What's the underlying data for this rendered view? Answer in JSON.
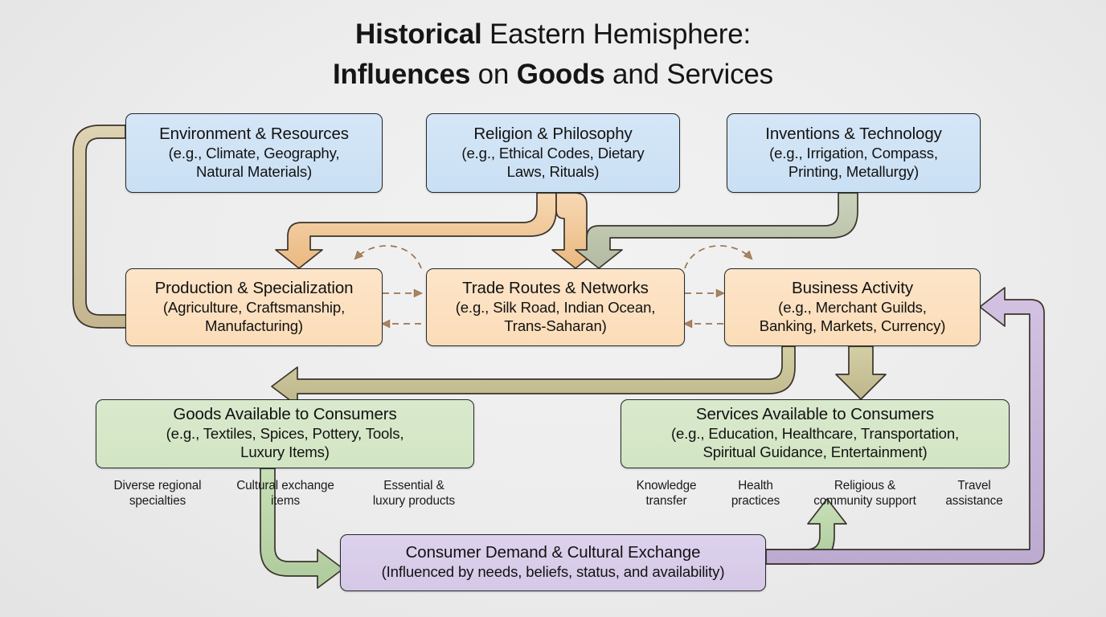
{
  "title": {
    "line1": [
      {
        "text": "Historical",
        "weight": "bold"
      },
      {
        "text": " Eastern Hemisphere:",
        "weight": "regular"
      }
    ],
    "line2": [
      {
        "text": "Influences",
        "weight": "bold"
      },
      {
        "text": " on ",
        "weight": "regular"
      },
      {
        "text": "Goods",
        "weight": "bold"
      },
      {
        "text": " and Services",
        "weight": "regular"
      }
    ],
    "plain": "Historical Eastern Hemisphere: Influences on Goods and Services"
  },
  "colors": {
    "background": "#ededed",
    "influence_fill": "#d0e4f6",
    "activity_fill": "#fce0bf",
    "outcome_fill": "#d6e7c8",
    "demand_fill": "#d8cce9",
    "border": "#24282b",
    "arrow_tan": "#cbbd98",
    "arrow_orange": "#f0c79a",
    "arrow_sage": "#bfc6ae",
    "arrow_khaki": "#c9c397",
    "arrow_green": "#b9d4a8",
    "arrow_purple": "#c6b3d8",
    "dashed_arrow": "#9a7450"
  },
  "nodes": {
    "environment": {
      "headline": "Environment & Resources",
      "detail": "(e.g., Climate, Geography,\nNatural Materials)",
      "detail_line1": "(e.g., Climate, Geography,",
      "detail_line2": "Natural Materials)",
      "group": "influence"
    },
    "religion": {
      "headline": "Religion & Philosophy",
      "detail_line1": "(e.g., Ethical Codes, Dietary",
      "detail_line2": "Laws, Rituals)",
      "group": "influence"
    },
    "inventions": {
      "headline": "Inventions & Technology",
      "detail_line1": "(e.g., Irrigation, Compass,",
      "detail_line2": "Printing, Metallurgy)",
      "group": "influence"
    },
    "production": {
      "headline": "Production & Specialization",
      "detail_line1": "(Agriculture, Craftsmanship,",
      "detail_line2": "Manufacturing)",
      "group": "activity"
    },
    "trade": {
      "headline": "Trade Routes & Networks",
      "detail_line1": "(e.g., Silk Road, Indian Ocean,",
      "detail_line2": "Trans-Saharan)",
      "group": "activity"
    },
    "business": {
      "headline": "Business Activity",
      "detail_line1": "(e.g., Merchant Guilds,",
      "detail_line2": "Banking, Markets, Currency)",
      "group": "activity"
    },
    "goods": {
      "headline": "Goods Available to Consumers",
      "detail_line1": "(e.g., Textiles, Spices, Pottery, Tools,",
      "detail_line2": "Luxury Items)",
      "group": "outcome"
    },
    "services": {
      "headline": "Services Available to Consumers",
      "detail_line1": "(e.g., Education, Healthcare, Transportation,",
      "detail_line2": "Spiritual Guidance, Entertainment)",
      "group": "outcome"
    },
    "demand": {
      "headline": "Consumer Demand & Cultural Exchange",
      "detail_line1": "(Influenced by needs, beliefs, status, and availability)",
      "group": "demand"
    }
  },
  "captions": {
    "goods": [
      {
        "line1": "Diverse regional",
        "line2": "specialties"
      },
      {
        "line1": "Cultural exchange",
        "line2": "items"
      },
      {
        "line1": "Essential &",
        "line2": "luxury products"
      }
    ],
    "services": [
      {
        "line1": "Knowledge",
        "line2": "transfer"
      },
      {
        "line1": "Health",
        "line2": "practices"
      },
      {
        "line1": "Religious &",
        "line2": "community support"
      },
      {
        "line1": "Travel",
        "line2": "assistance"
      }
    ]
  },
  "connections": [
    {
      "from": "environment",
      "to": "production",
      "style": "block",
      "color": "arrow_tan"
    },
    {
      "from": "religion",
      "to": "production",
      "style": "block",
      "color": "arrow_orange"
    },
    {
      "from": "religion",
      "to": "trade",
      "style": "block",
      "color": "arrow_orange"
    },
    {
      "from": "inventions",
      "to": "trade",
      "style": "block",
      "color": "arrow_sage"
    },
    {
      "from": "production",
      "to": "trade",
      "style": "dashed",
      "color": "dashed_arrow"
    },
    {
      "from": "trade",
      "to": "production",
      "style": "dashed",
      "color": "dashed_arrow"
    },
    {
      "from": "trade",
      "to": "business",
      "style": "dashed",
      "color": "dashed_arrow"
    },
    {
      "from": "business",
      "to": "trade",
      "style": "dashed",
      "color": "dashed_arrow"
    },
    {
      "from": "trade",
      "to": "production",
      "style": "dashed-arc",
      "color": "dashed_arrow"
    },
    {
      "from": "trade",
      "to": "business",
      "style": "dashed-arc",
      "color": "dashed_arrow"
    },
    {
      "from": "business",
      "to": "goods",
      "style": "block",
      "color": "arrow_khaki"
    },
    {
      "from": "business",
      "to": "services",
      "style": "block",
      "color": "arrow_khaki"
    },
    {
      "from": "goods",
      "to": "demand",
      "style": "block",
      "color": "arrow_green"
    },
    {
      "from": "demand",
      "to": "services",
      "style": "block",
      "color": "arrow_green"
    },
    {
      "from": "demand",
      "to": "business",
      "style": "block",
      "color": "arrow_purple"
    }
  ]
}
